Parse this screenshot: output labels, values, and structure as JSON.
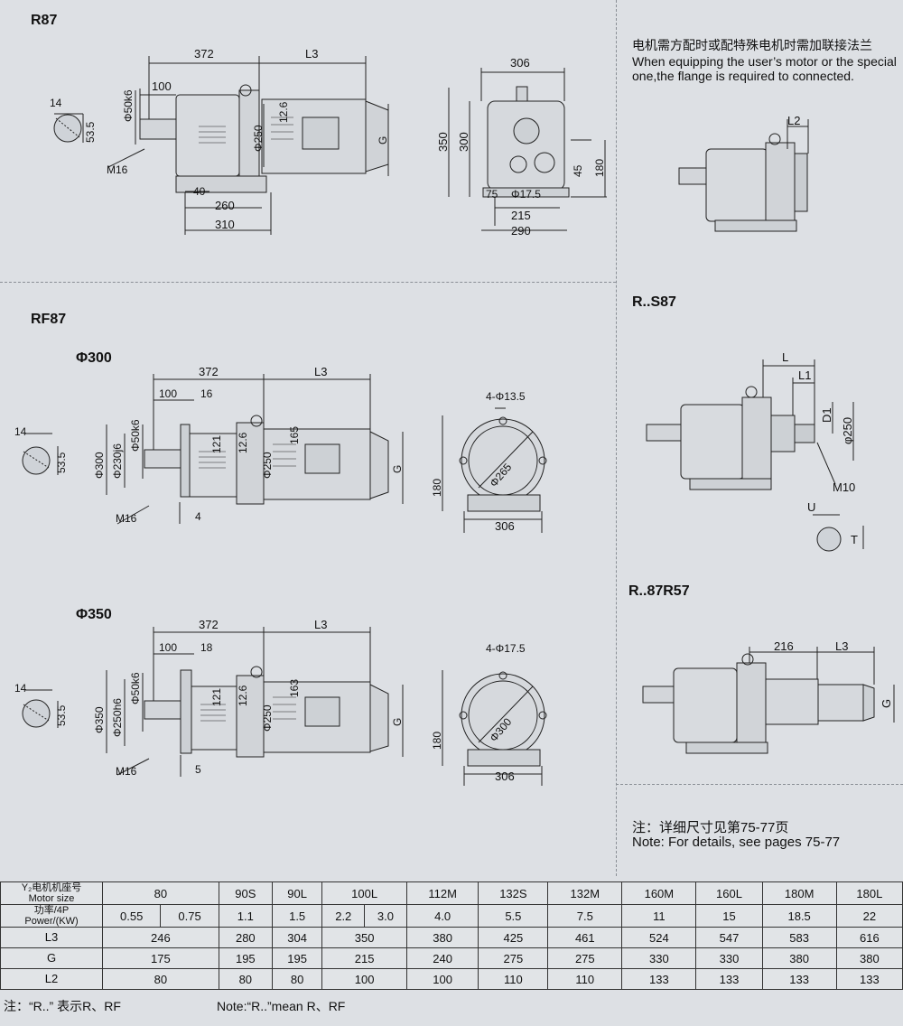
{
  "sections": {
    "r87": "R87",
    "rf87": "RF87",
    "phi300": "Φ300",
    "phi350": "Φ350",
    "rs87": "R..S87",
    "r87r57": "R..87R57"
  },
  "flange_note": {
    "zh": "电机需方配时或配特殊电机时需加联接法兰",
    "en1": "When equipping the user’s motor or the special",
    "en2": "one,the flange is required to connected."
  },
  "details_note": {
    "zh": "注：详细尺寸见第75-77页",
    "en": "Note: For details, see pages 75-77"
  },
  "dims": {
    "r87": {
      "d372": "372",
      "L3": "L3",
      "d100": "100",
      "d14": "14",
      "d53_5": "53.5",
      "phi50k6": "Φ50k6",
      "M16": "M16",
      "phi250": "Φ250",
      "d12_6": "12.6",
      "G": "G",
      "d40": "40",
      "d260": "260",
      "d310": "310"
    },
    "r87side": {
      "d306": "306",
      "d350": "350",
      "d300": "300",
      "d45": "45",
      "d180": "180",
      "d75": "75",
      "phi17_5": "Φ17.5",
      "d215": "215",
      "d290": "290"
    },
    "rf300": {
      "d372": "372",
      "L3": "L3",
      "d100": "100",
      "d16": "16",
      "d14": "14",
      "d53_5": "53.5",
      "phi300": "Φ300",
      "phi230j6": "Φ230j6",
      "phi50k6": "Φ50k6",
      "d121": "121",
      "d12_6": "12.6",
      "phi250": "Φ250",
      "d165": "165",
      "G": "G",
      "M16": "M16",
      "d4": "4"
    },
    "rf300side": {
      "holes": "4-Φ13.5",
      "phi265": "Φ265",
      "d180": "180",
      "d306": "306"
    },
    "rf350": {
      "d372": "372",
      "L3": "L3",
      "d100": "100",
      "d18": "18",
      "d14": "14",
      "d53_5": "53.5",
      "phi350": "Φ350",
      "phi250h6": "Φ250h6",
      "phi50k6": "Φ50k6",
      "d121": "121",
      "d12_6": "12.6",
      "phi250": "Φ250",
      "d163": "163",
      "G": "G",
      "M16": "M16",
      "d5": "5"
    },
    "rf350side": {
      "holes": "4-Φ17.5",
      "phi300": "Φ300",
      "d180": "180",
      "d306": "306"
    },
    "flange": {
      "L2": "L2"
    },
    "rs": {
      "L": "L",
      "L1": "L1",
      "D1": "D1",
      "phi250": "φ250",
      "M10": "M10",
      "U": "U",
      "T": "T"
    },
    "r87r57": {
      "d216": "216",
      "L3": "L3",
      "G": "G"
    }
  },
  "table": {
    "row_headers": [
      {
        "zh": "Y₂电机机座号",
        "en": "Motor size"
      },
      {
        "zh": "功率/4P",
        "en": "Power/(KW)"
      },
      {
        "zh": "",
        "en": "L3"
      },
      {
        "zh": "",
        "en": "G"
      },
      {
        "zh": "",
        "en": "L2"
      }
    ],
    "motor_size": [
      "80",
      "90S",
      "90L",
      "100L",
      "112M",
      "132S",
      "132M",
      "160M",
      "160L",
      "180M",
      "180L"
    ],
    "power": [
      "0.55",
      "0.75",
      "1.1",
      "1.5",
      "2.2",
      "3.0",
      "4.0",
      "5.5",
      "7.5",
      "11",
      "15",
      "18.5",
      "22"
    ],
    "L3": [
      "246",
      "280",
      "304",
      "350",
      "380",
      "425",
      "461",
      "524",
      "547",
      "583",
      "616"
    ],
    "G": [
      "175",
      "195",
      "195",
      "215",
      "240",
      "275",
      "275",
      "330",
      "330",
      "380",
      "380"
    ],
    "L2": [
      "80",
      "80",
      "80",
      "100",
      "100",
      "110",
      "110",
      "133",
      "133",
      "133",
      "133"
    ]
  },
  "footnote": {
    "zh": "注：“R..” 表示R、RF",
    "en": "Note:“R..”mean R、RF"
  }
}
